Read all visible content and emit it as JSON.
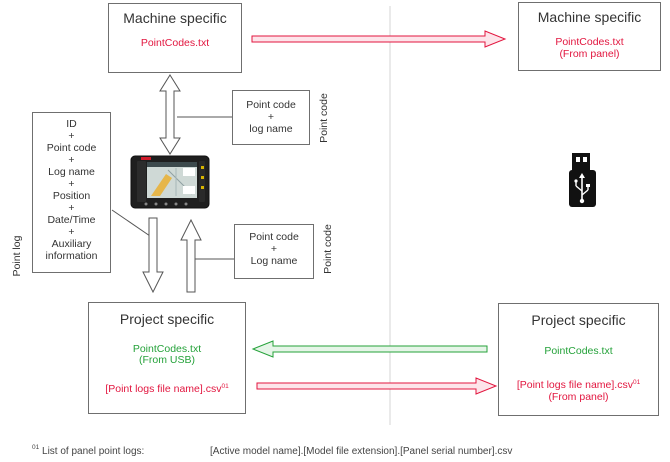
{
  "machine_box_left": {
    "title": "Machine specific",
    "file": "PointCodes.txt"
  },
  "machine_box_right": {
    "title": "Machine specific",
    "file": "PointCodes.txt",
    "source": "(From panel)"
  },
  "project_box_left": {
    "title": "Project specific",
    "file": "PointCodes.txt",
    "source": "(From USB)",
    "logs_file": "[Point logs file name].csv",
    "logs_sup": "01"
  },
  "project_box_right": {
    "title": "Project specific",
    "file": "PointCodes.txt",
    "logs_file": "[Point logs file name].csv",
    "logs_sup": "01",
    "source": "(From panel)"
  },
  "point_log_box": {
    "lines": [
      "ID",
      "+",
      "Point code",
      "+",
      "Log name",
      "+",
      "Position",
      "+",
      "Date/Time",
      "+",
      "Auxiliary",
      "information"
    ]
  },
  "point_code_box_top": {
    "lines": [
      "Point code",
      "+",
      "log name"
    ]
  },
  "point_code_box_bottom": {
    "lines": [
      "Point code",
      "+",
      "Log name"
    ]
  },
  "side_labels": {
    "point_log": "Point log",
    "point_code_top": "Point code",
    "point_code_bottom": "Point code"
  },
  "footnote": {
    "sup": "01",
    "label": "List of panel point logs:",
    "value": "[Active model name].[Model file extension].[Panel serial number].csv"
  },
  "colors": {
    "red": "#e2163f",
    "green": "#25a23a",
    "border": "#6f6f6f",
    "red_arrow_fill": "#fde4ea",
    "green_arrow_fill": "#e6f5e8"
  },
  "icons": [
    "tablet-device-icon",
    "usb-stick-icon"
  ]
}
